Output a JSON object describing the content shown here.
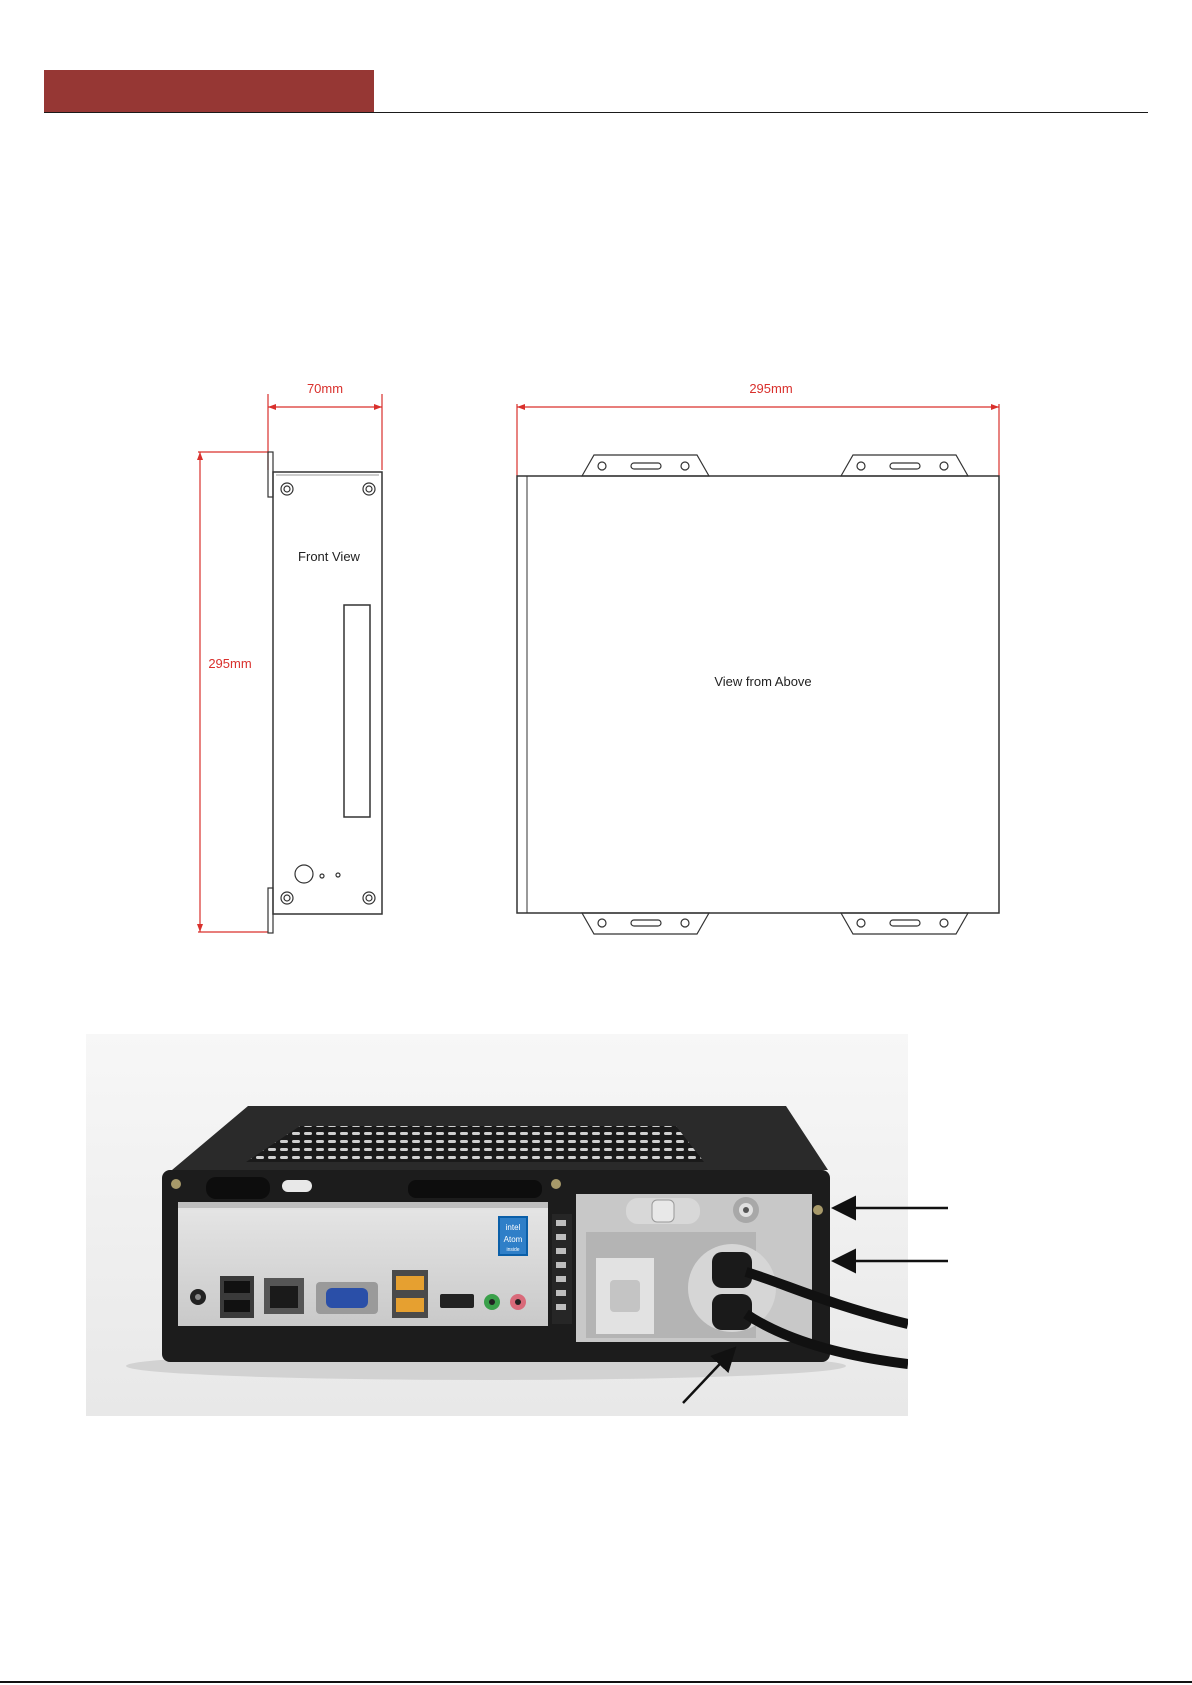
{
  "header": {
    "accent_color": "#963734"
  },
  "drawing": {
    "width_label": "70mm",
    "length_label_top": "295mm",
    "length_label_side": "295mm",
    "front_view_label": "Front View",
    "top_view_label": "View from Above",
    "dimension_color": "#d9302c"
  },
  "photo": {
    "cpu_badge_brand": "intel",
    "cpu_badge_model": "Atom",
    "cpu_badge_sub": "inside"
  }
}
